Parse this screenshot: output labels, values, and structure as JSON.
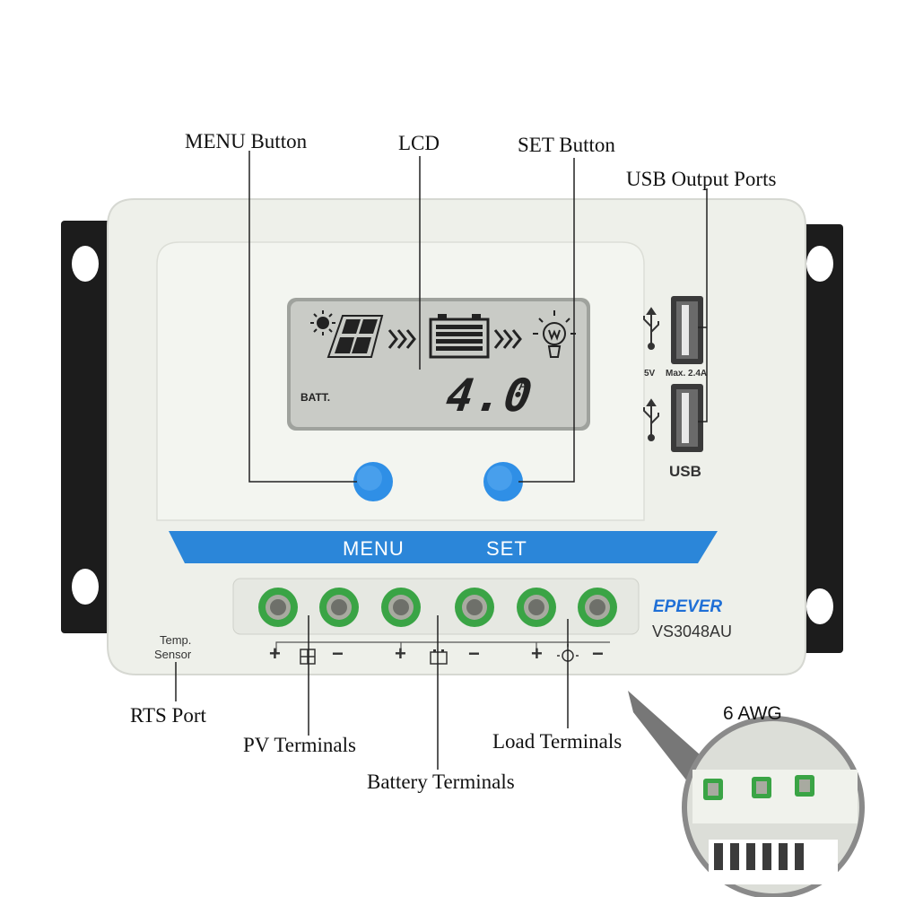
{
  "callouts": {
    "menu_button": "MENU Button",
    "lcd": "LCD",
    "set_button": "SET Button",
    "usb_output_ports": "USB Output Ports",
    "rts_port": "RTS Port",
    "pv_terminals": "PV Terminals",
    "battery_terminals": "Battery Terminals",
    "load_terminals": "Load Terminals"
  },
  "lcd": {
    "value": "4.0",
    "unit": "A",
    "batt_label": "BATT."
  },
  "panel": {
    "menu_label": "MENU",
    "set_label": "SET",
    "usb_label": "USB",
    "usb_spec_voltage": "5V",
    "usb_spec_current": "Max. 2.4A",
    "temp_sensor_line1": "Temp.",
    "temp_sensor_line2": "Sensor",
    "brand": "EPEVER",
    "model": "VS3048AU"
  },
  "terminals": {
    "plus": "+",
    "minus": "−"
  },
  "inset": {
    "wire_gauge": "6 AWG"
  },
  "colors": {
    "housing": "#eef0ea",
    "accent_blue": "#2b86d9",
    "button_blue": "#2f8fe6",
    "lcd_bg": "#c9cbc6",
    "terminal_green": "#3aa445",
    "bracket": "#1c1c1c"
  }
}
